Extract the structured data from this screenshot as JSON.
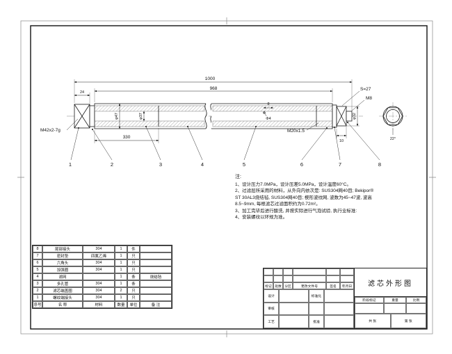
{
  "dims": {
    "overall_length": "1000",
    "body_length": "968",
    "head_length": "24",
    "segment_length": "330",
    "hex_size": "S=27",
    "stud_thread": "M8",
    "tail_thread": "M20x1.5",
    "head_thread": "M42x2-7g",
    "tail_dia": "φ32",
    "tail_length": "10",
    "pleat_pitch": "8",
    "hole_dia": "Φ4",
    "outer_dia": "φ47",
    "core_dia": "φ37",
    "chamfer_angle": "22°"
  },
  "balloons": [
    "1",
    "2",
    "3",
    "4",
    "5",
    "6",
    "7",
    "8"
  ],
  "notes": {
    "title": "注:",
    "lines": [
      "1、设计压力7.0MPa，设计压差5.0MPa，设计温度60°C。",
      "2、过滤层所采用的材料，从外向内依次是: SUS304网40目; Bekipor®",
      "ST 30AL3烧结毡, SUS304网40目; 楔形波纹网, 波数为45~47波, 波高",
      "8.5~9mm, 每根滤芯过滤面积约为0.72m²。",
      "3、加工完毕后进行酸洗, 并按实际进行气泡试验, 执行业标准:",
      "4、安装螺纹以环规为准。"
    ]
  },
  "bom": {
    "headers": [
      "序号",
      "名 称",
      "材料",
      "数量",
      "单位",
      "备 注"
    ],
    "rows": [
      [
        "8",
        "尾部接头",
        "304",
        "1",
        "件",
        ""
      ],
      [
        "7",
        "密封垫",
        "四氟乙烯",
        "1",
        "只",
        ""
      ],
      [
        "6",
        "六角头",
        "304",
        "1",
        "只",
        ""
      ],
      [
        "5",
        "加强圈",
        "304",
        "1",
        "只",
        ""
      ],
      [
        "4",
        "滤网",
        "",
        "1",
        "条",
        "烧结毡"
      ],
      [
        "3",
        "多孔管",
        "304",
        "1",
        "条",
        ""
      ],
      [
        "2",
        "滤芯端盖圈",
        "304",
        "2",
        "只",
        ""
      ],
      [
        "1",
        "螺纹端接头",
        "304",
        "1",
        "只",
        ""
      ]
    ]
  },
  "title_block": {
    "title": "滤芯外形图",
    "rev_headers": [
      "标记",
      "处数",
      "分区",
      "更改文件号",
      "签名",
      "年月日"
    ],
    "signs": [
      "设计",
      "标准化",
      "审核",
      "工艺",
      "批准"
    ],
    "stage_labels": [
      "阶段标记",
      "重量",
      "比例"
    ],
    "sheet_info": [
      "共 张",
      "第 张"
    ]
  }
}
